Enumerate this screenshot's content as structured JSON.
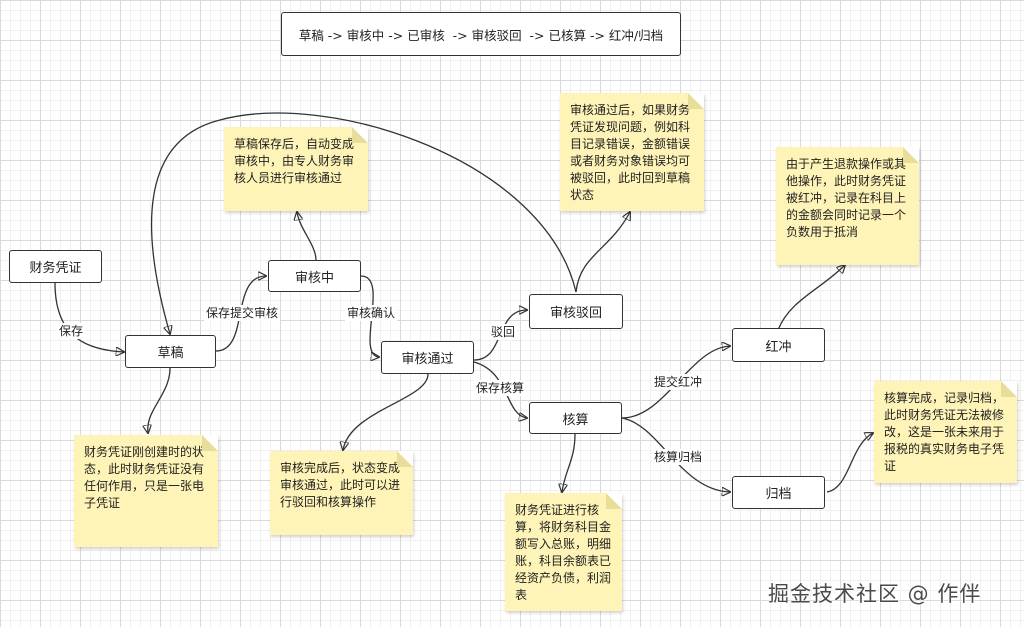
{
  "header": {
    "flow": "草稿 -> 审核中 -> 已审核  -> 审核驳回  -> 已核算 -> 红冲/归档"
  },
  "nodes": {
    "voucher": "财务凭证",
    "draft": "草稿",
    "reviewing": "审核中",
    "approved": "审核通过",
    "rejected": "审核驳回",
    "accounted": "核算",
    "red": "红冲",
    "archive": "归档"
  },
  "edges": {
    "save": "保存",
    "submit": "保存提交审核",
    "confirm": "审核确认",
    "reject": "驳回",
    "account": "保存核算",
    "submit_red": "提交红冲",
    "archive": "核算归档"
  },
  "notes": {
    "reviewing": "草稿保存后，自动变成审核中，由专人财务审核人员进行审核通过",
    "rejected": "审核通过后，如果财务凭证发现问题，例如科目记录错误，金额错误或者财务对象错误均可被驳回，此时回到草稿状态",
    "red": "由于产生退款操作或其他操作，此时财务凭证被红冲，记录在科目上的金额会同时记录一个负数用于抵消",
    "draft": "财务凭证刚创建时的状态，此时财务凭证没有任何作用，只是一张电子凭证",
    "approved": "审核完成后，状态变成审核通过，此时可以进行驳回和核算操作",
    "accounted": "财务凭证进行核算，将财务科目金额写入总账，明细账，科目余额表已经资产负债，利润表",
    "archive": "核算完成，记录归档，此时财务凭证无法被修改，这是一张未来用于报税的真实财务电子凭证"
  },
  "watermark": "掘金技术社区 @ 作伴"
}
